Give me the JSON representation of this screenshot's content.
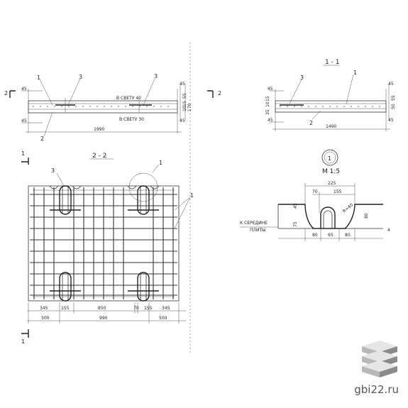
{
  "sections": {
    "s22": "2 - 2",
    "s11": "1 - 1",
    "detail_title": "М 1:5",
    "detail_num": "1"
  },
  "marks": {
    "m1": "1",
    "m2": "2",
    "m3": "3"
  },
  "elevation": {
    "d45a": "45",
    "d45b": "45",
    "d1990": "1990",
    "v_svetu_40": "В СВЕТУ 40",
    "v_svetu_30": "В СВЕТУ 30",
    "d55": "55",
    "d15": "15",
    "d170": "170",
    "d10": "10",
    "d45r": "45",
    "d45r2": "45"
  },
  "section11": {
    "d45a": "45",
    "d45b": "45",
    "d1490": "1490",
    "d35": "35",
    "d10": "10",
    "d15": "15",
    "d50": "50",
    "d55": "55",
    "d45r": "45",
    "d45r2": "45"
  },
  "plan": {
    "d345a": "345",
    "d155a": "155",
    "d850": "850",
    "d70": "70",
    "d155b": "155",
    "d345b": "345",
    "d500a": "500",
    "d990": "990",
    "d500b": "500"
  },
  "detail": {
    "d225": "225",
    "d70": "70",
    "d155": "155",
    "d45": "45",
    "d75": "75",
    "r40": "R=40",
    "d80r": "80",
    "d80a": "80",
    "d65": "65",
    "d80b": "80",
    "note1": "К СЕРЕДИНЕ",
    "note2": "ПЛИТЫ",
    "d4": "4"
  },
  "watermark": {
    "text": "gbi22.ru",
    "colors": [
      "#e6e6e6",
      "#b8b8b8",
      "#8a8a8a"
    ]
  }
}
